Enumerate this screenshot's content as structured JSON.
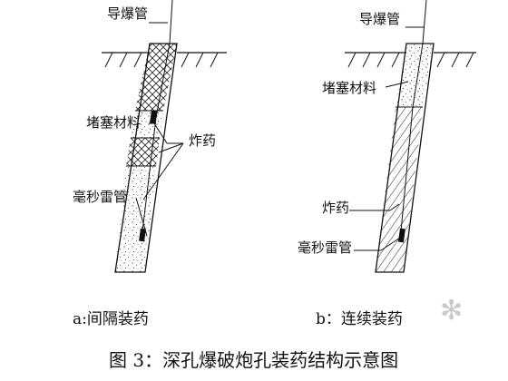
{
  "diagram_a": {
    "labels": {
      "detonating_tube": "导爆管",
      "stemming": "堵塞材料",
      "explosive": "炸药",
      "detonator": "毫秒雷管"
    },
    "subtitle": "a:间隔装药"
  },
  "diagram_b": {
    "labels": {
      "detonating_tube": "导爆管",
      "stemming": "堵塞材料",
      "explosive": "炸药",
      "detonator": "毫秒雷管"
    },
    "subtitle": "b：连续装药"
  },
  "caption": "图 3：深孔爆破炮孔装药结构示意图",
  "watermark": "✻"
}
